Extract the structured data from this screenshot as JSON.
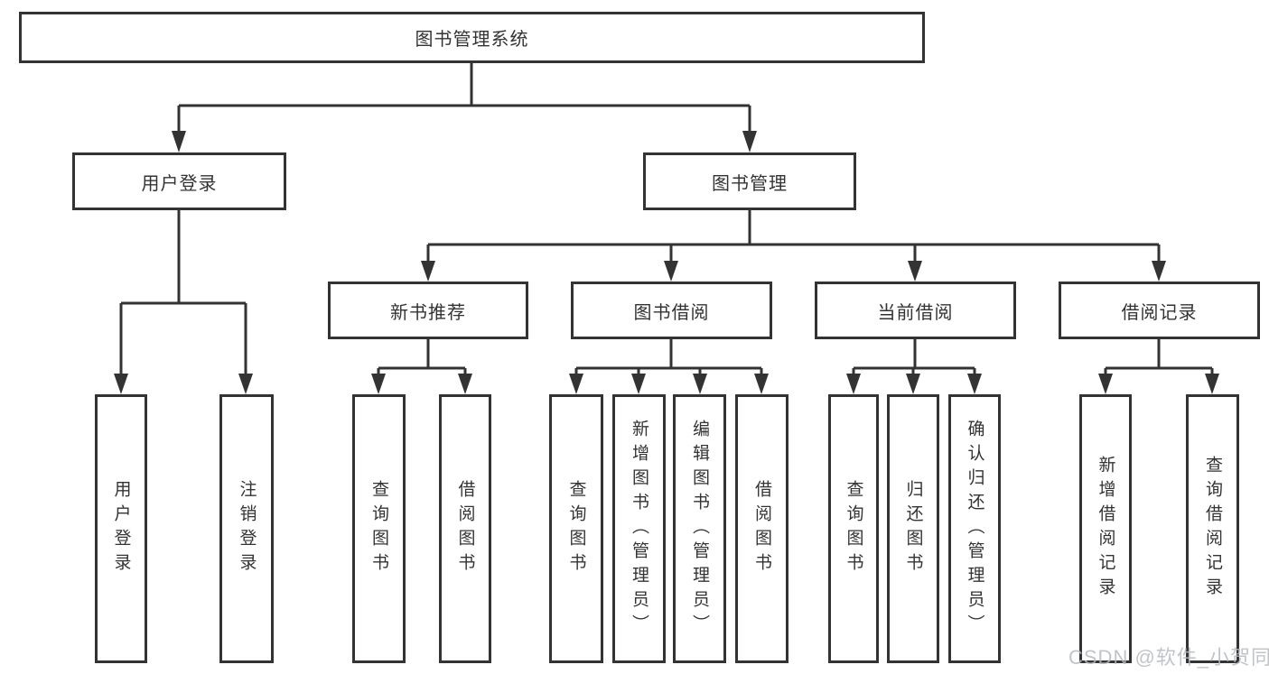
{
  "tree": {
    "label": "图书管理系统",
    "children": [
      {
        "label": "用户登录",
        "children": [
          {
            "label": "用户登录"
          },
          {
            "label": "注销登录"
          }
        ]
      },
      {
        "label": "图书管理",
        "children": [
          {
            "label": "新书推荐",
            "children": [
              {
                "label": "查询图书"
              },
              {
                "label": "借阅图书"
              }
            ]
          },
          {
            "label": "图书借阅",
            "children": [
              {
                "label": "查询图书"
              },
              {
                "label": "新增图书（管理员）"
              },
              {
                "label": "编辑图书（管理员）"
              },
              {
                "label": "借阅图书"
              }
            ]
          },
          {
            "label": "当前借阅",
            "children": [
              {
                "label": "查询图书"
              },
              {
                "label": "归还图书"
              },
              {
                "label": "确认归还（管理员）"
              }
            ]
          },
          {
            "label": "借阅记录",
            "children": [
              {
                "label": "新增借阅记录"
              },
              {
                "label": "查询借阅记录"
              }
            ]
          }
        ]
      }
    ]
  },
  "watermark": {
    "text": "CSDN @软件_小贺同学"
  },
  "colors": {
    "line": "#333333",
    "border": "#333333",
    "text": "#333333",
    "watermark_text": "#b6bac0",
    "background": "#ffffff"
  }
}
